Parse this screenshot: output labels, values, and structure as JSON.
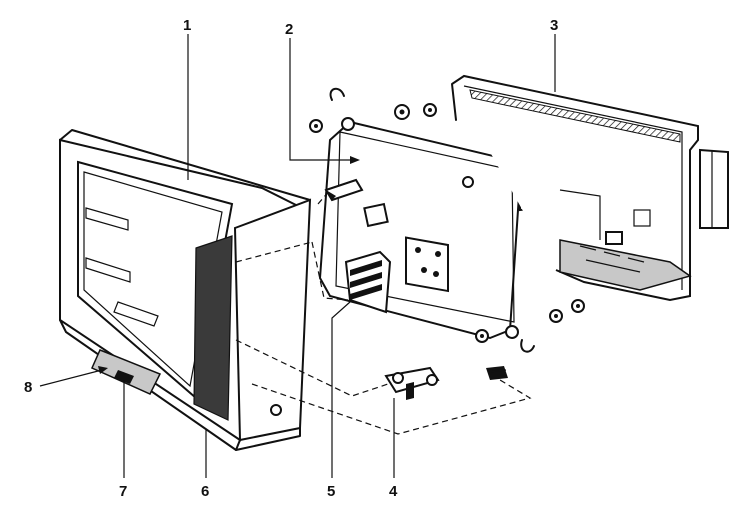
{
  "callouts": [
    {
      "id": "1",
      "label": "1"
    },
    {
      "id": "2",
      "label": "2"
    },
    {
      "id": "3",
      "label": "3"
    },
    {
      "id": "4",
      "label": "4"
    },
    {
      "id": "5",
      "label": "5"
    },
    {
      "id": "6",
      "label": "6"
    },
    {
      "id": "7",
      "label": "7"
    },
    {
      "id": "8",
      "label": "8"
    }
  ],
  "colors": {
    "ink": "#111111",
    "background": "#ffffff"
  }
}
